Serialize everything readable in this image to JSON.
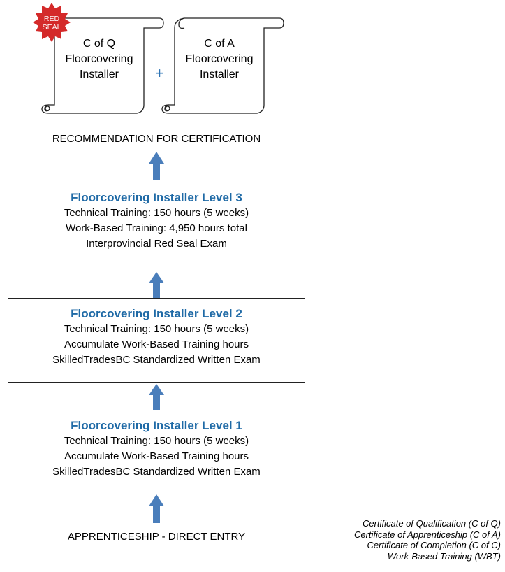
{
  "certificates": {
    "left": {
      "line1": "C of Q",
      "line2": "Floorcovering",
      "line3": "Installer"
    },
    "right": {
      "line1": "C of A",
      "line2": "Floorcovering",
      "line3": "Installer"
    },
    "plus": "+",
    "seal_line1": "RED",
    "seal_line2": "SEAL"
  },
  "recommendation": "RECOMMENDATION FOR CERTIFICATION",
  "levels": [
    {
      "title": "Floorcovering Installer Level 3",
      "lines": [
        "Technical Training:  150 hours (5 weeks)",
        "Work-Based Training:  4,950 hours total",
        "Interprovincial Red Seal Exam"
      ]
    },
    {
      "title": "Floorcovering Installer Level 2",
      "lines": [
        "Technical Training:  150 hours (5 weeks)",
        "Accumulate Work-Based Training hours",
        "SkilledTradesBC Standardized Written Exam"
      ]
    },
    {
      "title": "Floorcovering Installer Level 1",
      "lines": [
        "Technical Training: 150 hours (5 weeks)",
        "Accumulate Work-Based Training hours",
        "SkilledTradesBC Standardized Written Exam"
      ]
    }
  ],
  "entry": "APPRENTICESHIP - DIRECT ENTRY",
  "legend": [
    "Certificate of Qualification (C of Q)",
    "Certificate of Apprenticeship (C of A)",
    "Certificate of Completion (C of C)",
    "Work-Based Training (WBT)"
  ],
  "colors": {
    "title_blue": "#1f6aa6",
    "arrow_blue": "#4a7ebb",
    "seal_red": "#d42a2a",
    "plus_blue": "#2e74b5"
  }
}
